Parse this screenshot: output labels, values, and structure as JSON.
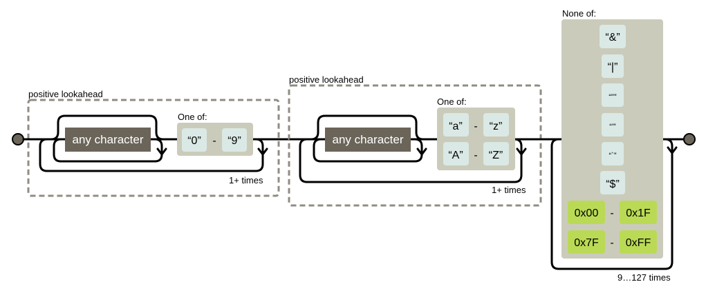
{
  "diagram": {
    "type": "regex-railroad",
    "groups": [
      {
        "label": "positive lookahead",
        "repeat_label": "1+ times",
        "items": [
          {
            "kind": "any",
            "label": "any character",
            "repeat": "0+ (optional, repeated)"
          },
          {
            "kind": "one_of",
            "title": "One of:",
            "ranges": [
              {
                "from": "“0”",
                "to": "“9”"
              }
            ]
          }
        ]
      },
      {
        "label": "positive lookahead",
        "repeat_label": "1+ times",
        "items": [
          {
            "kind": "any",
            "label": "any character"
          },
          {
            "kind": "one_of",
            "title": "One of:",
            "ranges": [
              {
                "from": "“a”",
                "to": "“z”"
              },
              {
                "from": "“A”",
                "to": "“Z”"
              }
            ]
          }
        ]
      },
      {
        "kind": "none_of",
        "title": "None of:",
        "repeat_label": "9…127 times",
        "literals": [
          "“&”",
          "“|”",
          "“\"”",
          "“'”",
          "“`”",
          "“$”"
        ],
        "ranges": [
          {
            "from": "0x00",
            "to": "0x1F"
          },
          {
            "from": "0x7F",
            "to": "0xFF"
          }
        ]
      }
    ],
    "dash": "-",
    "colors": {
      "any_character": "#6b6459",
      "charset_bg": "#cbcbbb",
      "literal_bg": "#dae9e5",
      "hex_bg": "#bada55",
      "lookahead_border": "#908c83",
      "endpoint": "#6b6659"
    }
  }
}
